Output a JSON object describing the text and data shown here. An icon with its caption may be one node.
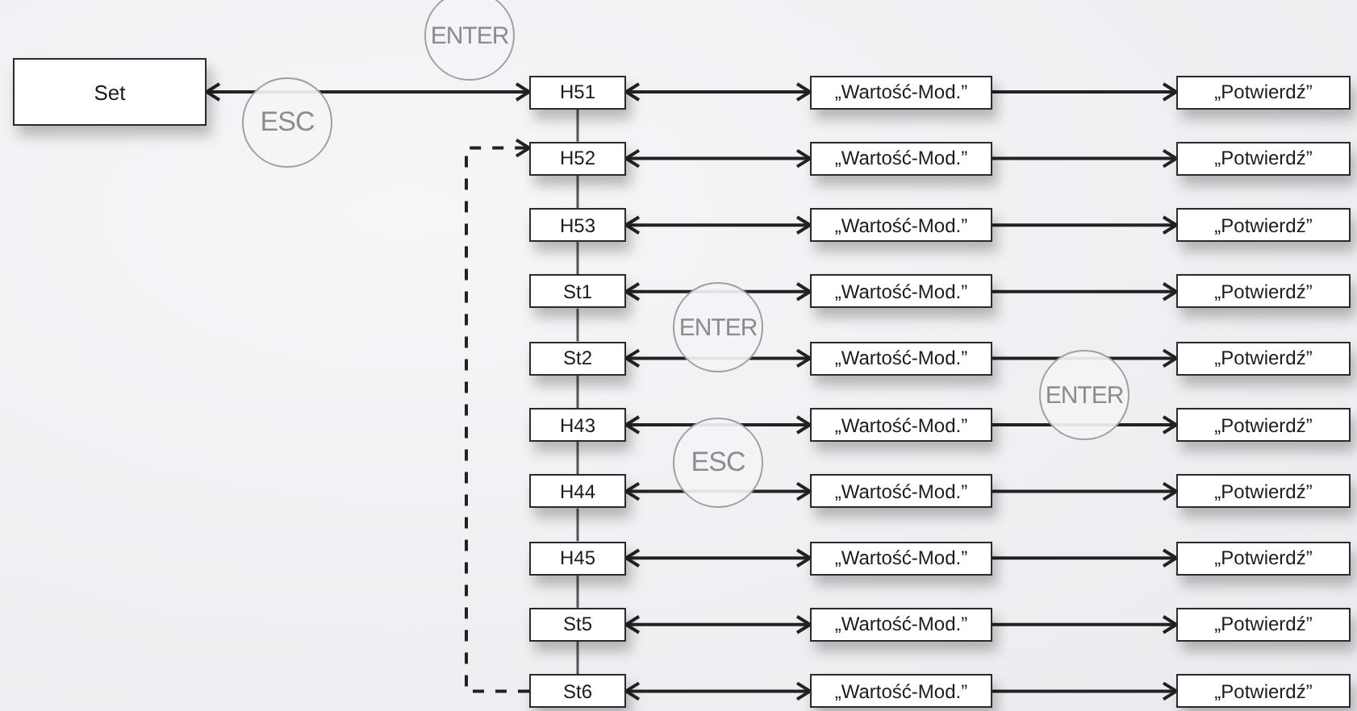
{
  "diagram": {
    "nodes": [
      {
        "text": [
          "Set"
        ]
      },
      {
        "text": [
          "H51"
        ]
      },
      {
        "text": [
          "„Wartość-Mod.”"
        ]
      },
      {
        "text": [
          "„Potwierdź”"
        ]
      },
      {
        "text": [
          "H52"
        ]
      },
      {
        "text": [
          "„Wartość-Mod.”"
        ]
      },
      {
        "text": [
          "„Potwierdź”"
        ]
      },
      {
        "text": [
          "H53"
        ]
      },
      {
        "text": [
          "„Wartość-Mod.”"
        ]
      },
      {
        "text": [
          "„Potwierdź”"
        ]
      },
      {
        "text": [
          "St1"
        ]
      },
      {
        "text": [
          "„Wartość-Mod.”"
        ]
      },
      {
        "text": [
          "„Potwierdź”"
        ]
      },
      {
        "text": [
          "St2"
        ]
      },
      {
        "text": [
          "„Wartość-Mod.”"
        ]
      },
      {
        "text": [
          "„Potwierdź”"
        ]
      },
      {
        "text": [
          "H43"
        ]
      },
      {
        "text": [
          "„Wartość-Mod.”"
        ]
      },
      {
        "text": [
          "„Potwierdź”"
        ]
      },
      {
        "text": [
          "H44"
        ]
      },
      {
        "text": [
          "„Wartość-Mod.”"
        ]
      },
      {
        "text": [
          "„Potwierdź”"
        ]
      },
      {
        "text": [
          "H45"
        ]
      },
      {
        "text": [
          "„Wartość-Mod.”"
        ]
      },
      {
        "text": [
          "„Potwierdź”"
        ]
      },
      {
        "text": [
          "St5"
        ]
      },
      {
        "text": [
          "„Wartość-Mod.”"
        ]
      },
      {
        "text": [
          "„Potwierdź”"
        ]
      },
      {
        "text": [
          "St6"
        ]
      },
      {
        "text": [
          "„Wartość-Mod.”"
        ]
      },
      {
        "text": [
          "„Potwierdź”"
        ]
      }
    ],
    "edges": [
      {
        "from": 0,
        "to": 1,
        "arrow": "both"
      },
      {
        "from": 1,
        "to": 2,
        "arrow": "both"
      },
      {
        "from": 2,
        "to": 3,
        "arrow": "to"
      },
      {
        "from": 4,
        "to": 5,
        "arrow": "both"
      },
      {
        "from": 5,
        "to": 6,
        "arrow": "to"
      },
      {
        "from": 7,
        "to": 8,
        "arrow": "both"
      },
      {
        "from": 8,
        "to": 9,
        "arrow": "to"
      },
      {
        "from": 10,
        "to": 11,
        "arrow": "both"
      },
      {
        "from": 11,
        "to": 12,
        "arrow": "to"
      },
      {
        "from": 13,
        "to": 14,
        "arrow": "both"
      },
      {
        "from": 14,
        "to": 15,
        "arrow": "to"
      },
      {
        "from": 16,
        "to": 17,
        "arrow": "both"
      },
      {
        "from": 17,
        "to": 18,
        "arrow": "to"
      },
      {
        "from": 19,
        "to": 20,
        "arrow": "both"
      },
      {
        "from": 20,
        "to": 21,
        "arrow": "to"
      },
      {
        "from": 22,
        "to": 23,
        "arrow": "both"
      },
      {
        "from": 23,
        "to": 24,
        "arrow": "to"
      },
      {
        "from": 25,
        "to": 26,
        "arrow": "both"
      },
      {
        "from": 26,
        "to": 27,
        "arrow": "to"
      },
      {
        "from": 28,
        "to": 29,
        "arrow": "both"
      },
      {
        "from": 29,
        "to": 30,
        "arrow": "to"
      },
      {
        "from": 1,
        "to": 4,
        "arrow": "none"
      },
      {
        "from": 4,
        "to": 7,
        "arrow": "none"
      },
      {
        "from": 7,
        "to": 10,
        "arrow": "none"
      },
      {
        "from": 10,
        "to": 13,
        "arrow": "none"
      },
      {
        "from": 13,
        "to": 16,
        "arrow": "none"
      },
      {
        "from": 16,
        "to": 19,
        "arrow": "none"
      },
      {
        "from": 19,
        "to": 22,
        "arrow": "none"
      },
      {
        "from": 22,
        "to": 25,
        "arrow": "none"
      },
      {
        "from": 25,
        "to": 28,
        "arrow": "none"
      },
      {
        "from": 28,
        "to": 4,
        "arrow": "to",
        "style": "dashed"
      }
    ],
    "labels": [
      "ENTER",
      "ESC",
      "ENTER",
      "ENTER",
      "ESC"
    ]
  }
}
